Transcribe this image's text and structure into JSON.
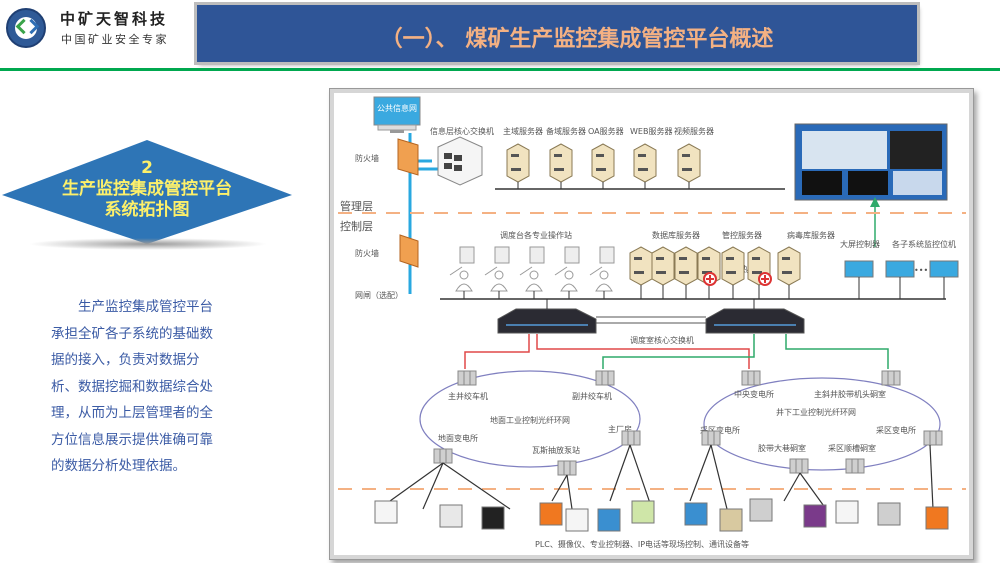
{
  "header": {
    "company_name": "中矿天智科技",
    "tagline": "中国矿业安全专家",
    "logo_icon": "company-logo-icon",
    "title": "（一）、 煤矿生产监控集成管控平台概述"
  },
  "colors": {
    "title_bar_bg": "#2f5597",
    "title_text": "#f4b183",
    "divider": "#00a84f",
    "diamond_fill": "#2e75b6",
    "diamond_text": "#fdf06a",
    "body_text": "#3b5ba5",
    "red_link": "#e04848",
    "green_link": "#2faa6a",
    "ring": "#8080c0",
    "layer_divider": "#f4b183",
    "fiber": "#29a8e0"
  },
  "section": {
    "number": "2",
    "title_line1": "生产监控集成管控平台",
    "title_line2": "系统拓扑图"
  },
  "description": "生产监控集成管控平台承担全矿各子系统的基础数据的接入，负责对数据分析、数据挖掘和数据综合处理，从而为上层管理者的全方位信息展示提供准确可靠的数据分析处理依据。",
  "diagram": {
    "public_net": "公共信息网",
    "layer_mgmt": "管理层",
    "layer_ctrl": "控制层",
    "firewall_1": "防火墙",
    "firewall_2": "防火墙",
    "gateway": "网闸（选配）",
    "info_core_switch": "信息层核心交换机",
    "mgmt_servers": [
      "主域服务器",
      "备域服务器",
      "OA服务器",
      "WEB服务器",
      "视频服务器"
    ],
    "operator_stations": "调度台各专业操作站",
    "db_server": "数据库服务器",
    "ctrl_server": "管控服务器",
    "virus_server": "病毒库服务器",
    "hot_standby_1": "热备",
    "hot_standby_2": "热备",
    "big_screen": "大屏控制器",
    "subsystem_pcs": "各子系统监控位机",
    "dispatch_core_switch": "调度室核心交换机",
    "surface_ring": "地面工业控制光纤环网",
    "surface_nodes": [
      "主井绞车机",
      "副井绞车机",
      "地面变电所",
      "主厂房",
      "瓦斯抽放泵站"
    ],
    "underground_ring": "井下工业控制光纤环网",
    "underground_nodes": [
      "中央变电所",
      "主斜井胶带机头硐室",
      "采区变电所",
      "采区变电所",
      "胶带大巷硐室",
      "采区顺槽硐室"
    ],
    "field_devices": "PLC、摄像仪、专业控制器、IP电话等现场控制、通讯设备等"
  }
}
